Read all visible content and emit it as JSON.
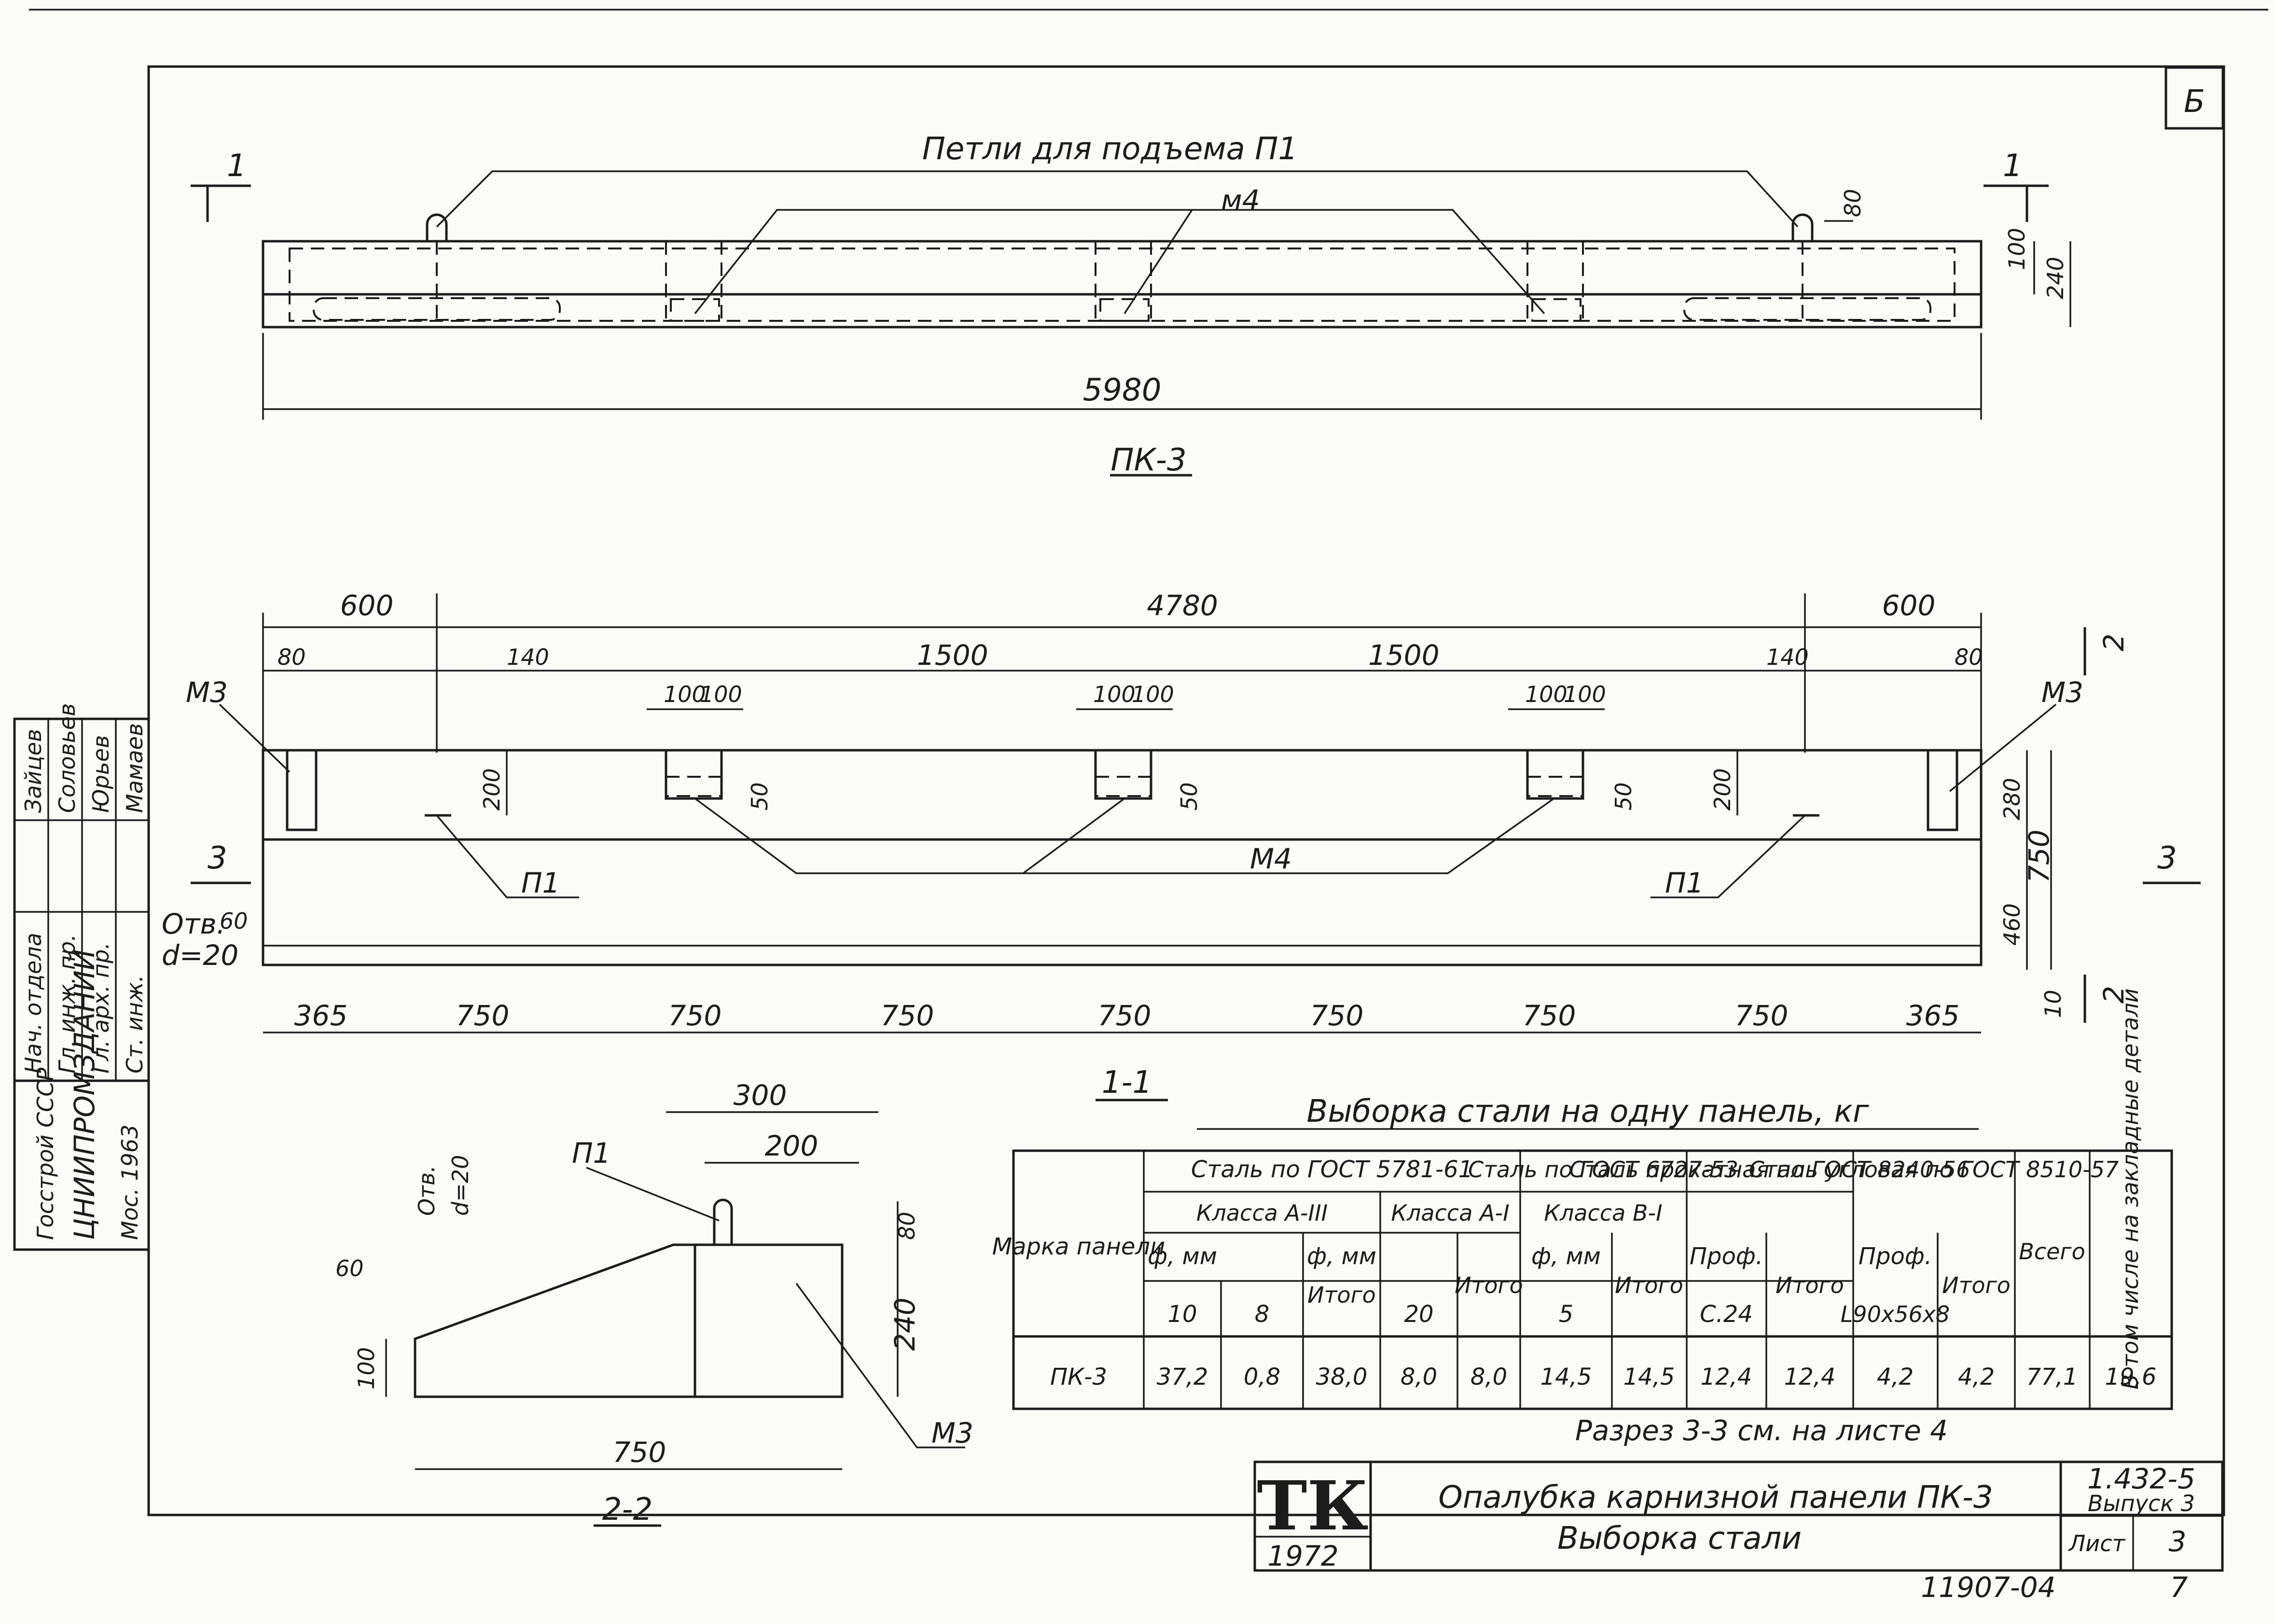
{
  "sheet": {
    "corner_mark": "Б"
  },
  "plan": {
    "loops_label": "Петли для подъема П1",
    "m4_label": "м4",
    "dim_length": "5980",
    "dim_loop": "80",
    "dim_100": "100",
    "dim_240": "240",
    "section_mark": "1",
    "title": "ПК-3"
  },
  "elevation": {
    "top_dims": [
      "600",
      "4780",
      "600"
    ],
    "inner_dims": [
      "80",
      "140",
      "1500",
      "1500",
      "140",
      "80"
    ],
    "pair_dims": [
      "100",
      "100"
    ],
    "m3": "М3",
    "m4": "М4",
    "p1": "П1",
    "dim_200": "200",
    "dim_50": "50",
    "right_dims": [
      "280",
      "750",
      "460",
      "10"
    ],
    "section_3": "3",
    "section_2": "2",
    "holes_label_1": "Отв.",
    "holes_60": "60",
    "holes_label_2": "d=20",
    "bottom_dims": [
      "365",
      "750",
      "750",
      "750",
      "750",
      "750",
      "750",
      "750",
      "365"
    ],
    "title": "1-1"
  },
  "section22": {
    "dim_300": "300",
    "dim_200": "200",
    "p1": "П1",
    "holes_1": "Отв.",
    "holes_2": "d=20",
    "dim_60": "60",
    "dim_80": "80",
    "dim_240": "240",
    "dim_100": "100",
    "dim_750": "750",
    "m3": "М3",
    "title": "2-2"
  },
  "table": {
    "caption": "Выборка стали на одну панель, кг",
    "h_mark": "Марка панели",
    "h_gost5781": "Сталь по ГОСТ 5781-61",
    "h_a3": "Класса А-III",
    "h_a1": "Класса А-I",
    "h_gost6727": "Сталь по ГОСТ 6727-53",
    "h_b1": "Класса В-I",
    "h_gost8240": "Сталь прокатная по ГОСТ 8240-56",
    "h_gost8510": "Сталь угловая по ГОСТ 8510-57",
    "h_total": "Всего",
    "h_incl": "В том числе на закладные детали",
    "h_phi": "ф, мм",
    "h_itogo": "Итого",
    "h_prof": "Проф.",
    "d10": "10",
    "d8": "8",
    "d20": "20",
    "d5": "5",
    "c24": "С.24",
    "angle": "L90x56x8",
    "row": [
      "ПК-3",
      "37,2",
      "0,8",
      "38,0",
      "8,0",
      "8,0",
      "14,5",
      "14,5",
      "12,4",
      "12,4",
      "4,2",
      "4,2",
      "77,1",
      "19,6"
    ],
    "note": "Разрез 3-3 см. на листе 4"
  },
  "stamp": {
    "org": "ТК",
    "year": "1972",
    "title_1": "Опалубка карнизной панели ПК-3",
    "title_2": "Выборка стали",
    "series": "1.432-5",
    "issue": "Выпуск 3",
    "sheet_label": "Лист",
    "sheet_no": "3",
    "archive_no": "11907-04",
    "page": "7"
  },
  "side_stamp": {
    "roles": [
      "Нач. отдела",
      "Гл. инж. пр.",
      "Гл. арх. пр.",
      "Ст. инж."
    ],
    "names": [
      "Зайцев",
      "Соловьев",
      "Юрьев",
      "Мамаев"
    ],
    "org_1": "Госстрой СССР",
    "org_2": "ЦНИИПРОМЗДАНИЙ",
    "org_3": "Мос. 1963"
  }
}
